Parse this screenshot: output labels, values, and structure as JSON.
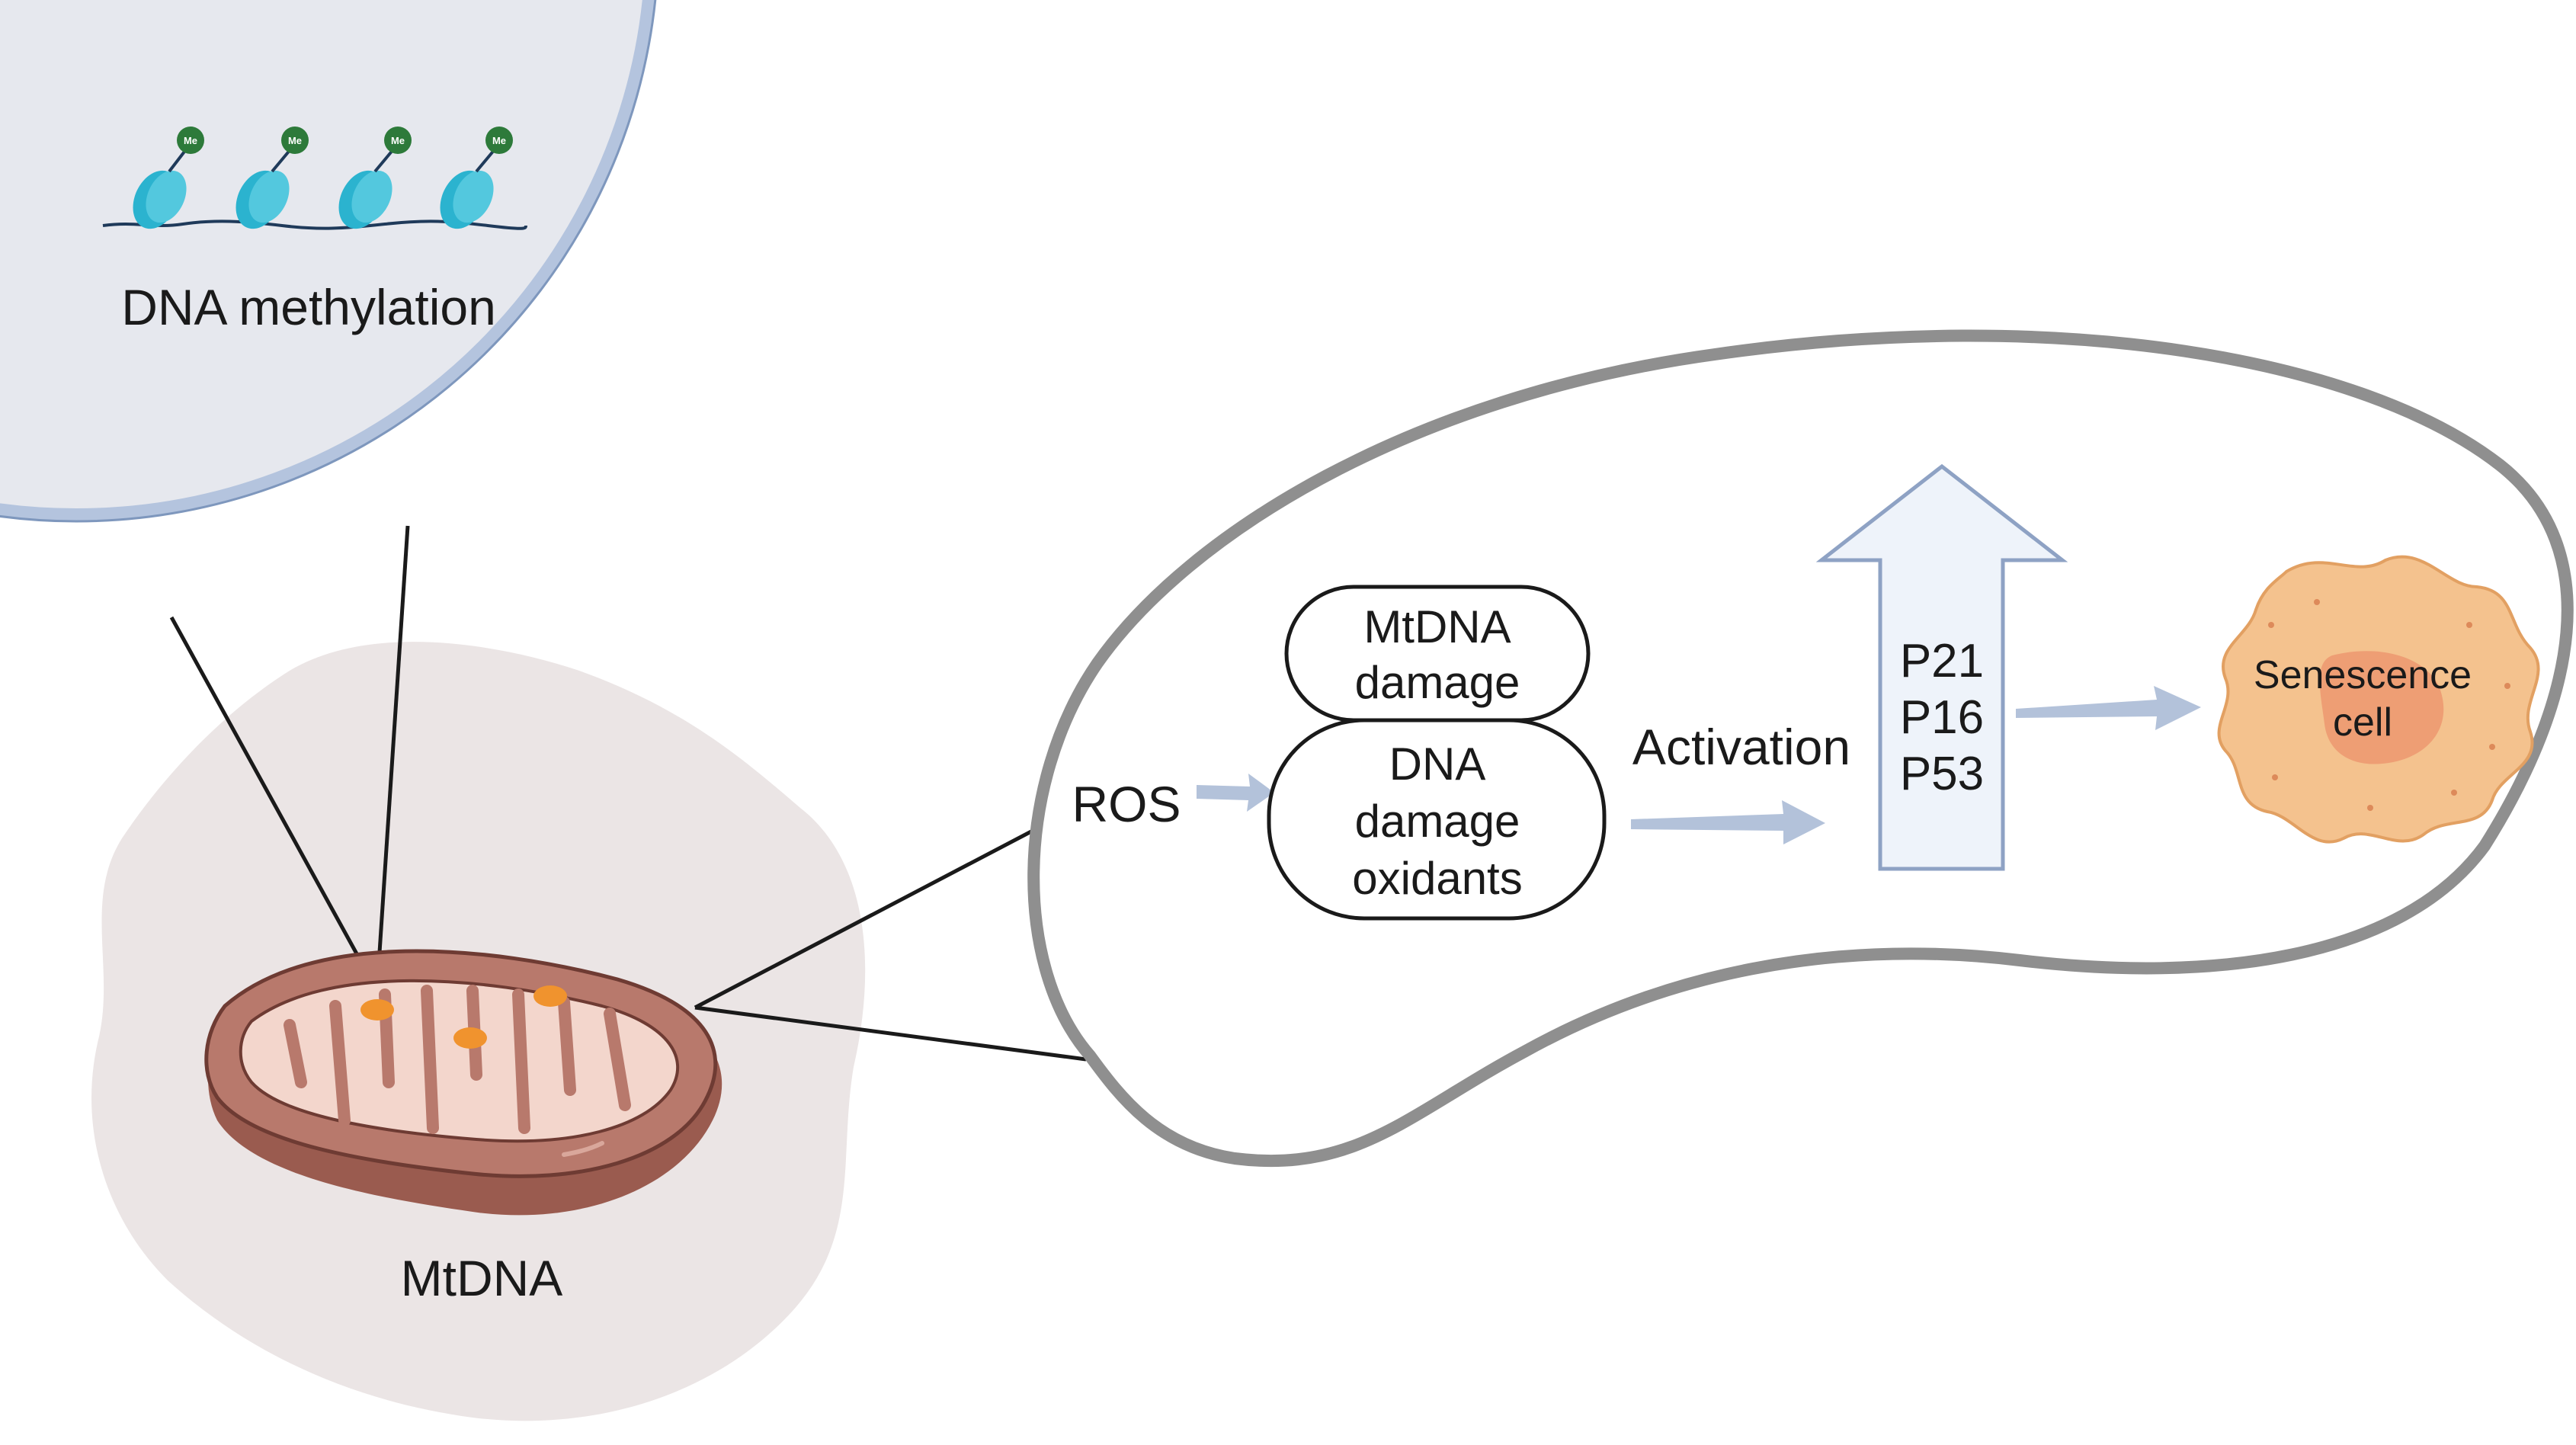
{
  "diagram": {
    "labels": {
      "dna_methylation": "DNA methylation",
      "mtdna": "MtDNA",
      "ros": "ROS",
      "activation": "Activation"
    },
    "boxes": {
      "mtdna_damage": [
        "MtDNA",
        "damage"
      ],
      "dna_damage_oxidants": [
        "DNA",
        "damage",
        "oxidants"
      ]
    },
    "markers": [
      "P21",
      "P16",
      "P53"
    ],
    "senescence": [
      "Senescence",
      "cell"
    ],
    "methyl_tag": "Me",
    "colors": {
      "zoom_circle_fill": "#e6e8ee",
      "zoom_circle_border": "#b4c4de",
      "cell_backdrop": "#ebe5e5",
      "mitochondrion_outer": "#b8796c",
      "mitochondrion_inner": "#f3d6cc",
      "mtdna_spots": "#f0932e",
      "nucleosome": "#2bb3cf",
      "methyl_group": "#2d7a3a",
      "flow_arrow": "#b3c2da",
      "up_arrow_fill": "#eef3fa",
      "up_arrow_stroke": "#8ea2c4",
      "callout_border": "#8f8f8f",
      "senescent_cell": "#f4c28e",
      "senescent_nucleus": "#ee9e74"
    }
  }
}
